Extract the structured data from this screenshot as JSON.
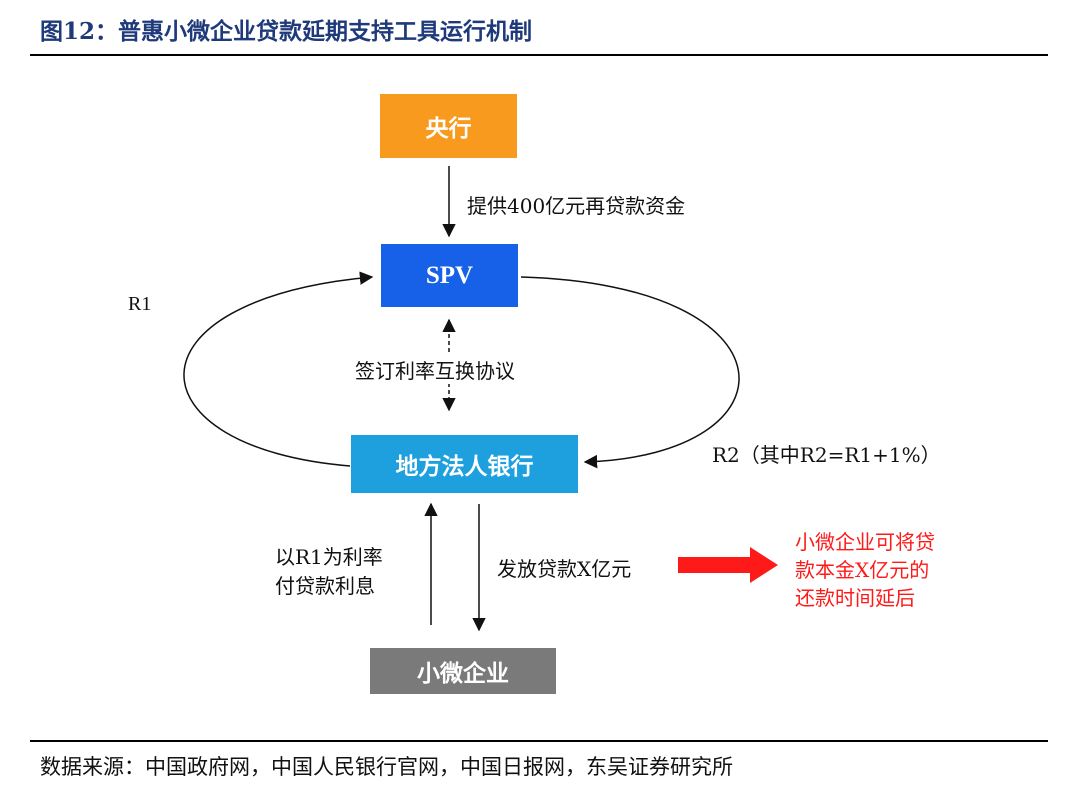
{
  "header": {
    "title": "图12：普惠小微企业贷款延期支持工具运行机制"
  },
  "nodes": {
    "central_bank": "央行",
    "spv": "SPV",
    "local_bank": "地方法人银行",
    "sme": "小微企业"
  },
  "edges": {
    "central_to_spv": "提供400亿元再贷款资金",
    "swap_agreement": "签订利率互换协议",
    "r1": "R1",
    "r2": "R2（其中R2=R1+1%）",
    "sme_pay_interest": [
      "以R1为利率",
      "付贷款利息"
    ],
    "bank_issue_loan": "发放贷款X亿元",
    "result": [
      "小微企业可将贷",
      "款本金X亿元的",
      "还款时间延后"
    ]
  },
  "footer": {
    "source": "数据来源：中国政府网，中国人民银行官网，中国日报网，东吴证券研究所"
  },
  "colors": {
    "title": "#1f3a7a",
    "central_bank": "#f79a1e",
    "spv": "#1760e8",
    "local_bank": "#1ea0de",
    "sme": "#7a7a7a",
    "highlight": "#ff1a1a"
  }
}
